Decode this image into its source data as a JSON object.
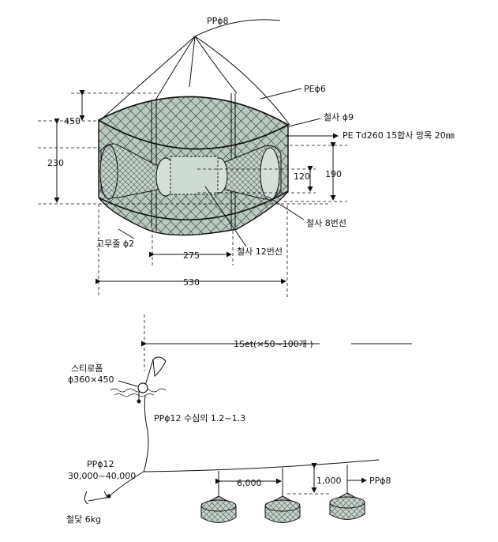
{
  "labels": {
    "pp8_top": "PPϕ8",
    "pe6": "PEϕ6",
    "wire9": "철사 ϕ9",
    "pe_net": "PE Td260 15합사 망목 20㎜",
    "wire8": "철사 8번선",
    "wire12": "철사 12번선",
    "rubber": "고무줄 ϕ2",
    "styrofoam_name": "스티로폼",
    "styrofoam_size": "ϕ360×450",
    "pp12_depth": "PPϕ12   수심의 1.2~1.3",
    "pp12_main_a": "PPϕ12",
    "pp12_main_b": "30,000~40,000",
    "anchor": "철닻 6kg",
    "pp8_main": "PPϕ8",
    "set": "1Set(×50~100개 )"
  },
  "dimensions": {
    "d450": "450",
    "d230": "230",
    "d120": "120",
    "d190": "190",
    "d275": "275",
    "d530": "530",
    "d6000": "6,000",
    "d1000": "1,000"
  },
  "colors": {
    "net": "#b9c9c0",
    "line": "#111111"
  },
  "icons": {
    "float": "styrofoam-float-icon",
    "flag": "flag-icon",
    "anchor": "anchor-icon",
    "trap": "trap-icon"
  }
}
